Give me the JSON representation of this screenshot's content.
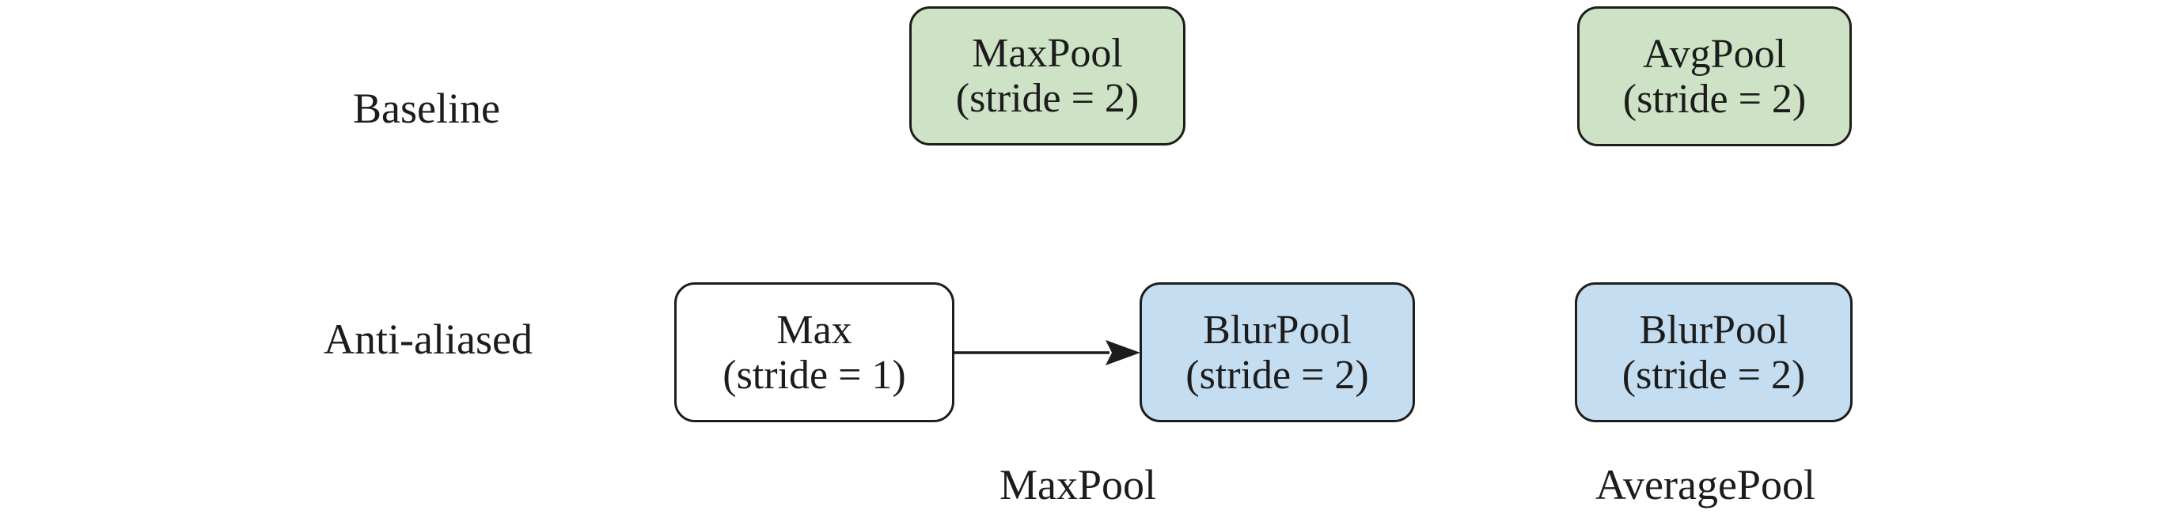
{
  "diagram": {
    "row_labels": [
      {
        "label": "Baseline"
      },
      {
        "label": "Anti-aliased"
      }
    ],
    "boxes": [
      {
        "id": "baseline-maxpool",
        "title": "MaxPool",
        "subtitle": "(stride = 2)",
        "color_name": "green"
      },
      {
        "id": "baseline-avgpool",
        "title": "AvgPool",
        "subtitle": "(stride = 2)",
        "color_name": "green"
      },
      {
        "id": "anti-aliased-max",
        "title": "Max",
        "subtitle": "(stride = 1)",
        "color_name": "white"
      },
      {
        "id": "anti-aliased-blurpool-max",
        "title": "BlurPool",
        "subtitle": "(stride = 2)",
        "color_name": "blue"
      },
      {
        "id": "anti-aliased-blurpool-avg",
        "title": "BlurPool",
        "subtitle": "(stride = 2)",
        "color_name": "blue"
      }
    ],
    "column_labels": [
      {
        "label": "MaxPool"
      },
      {
        "label": "AveragePool"
      }
    ],
    "colors": {
      "box_green": "#cee3c6",
      "box_blue": "#c5ddf0",
      "box_white": "#ffffff",
      "border": "#1d1d1b",
      "text": "#1c1c1c",
      "background": "#ffffff"
    }
  }
}
